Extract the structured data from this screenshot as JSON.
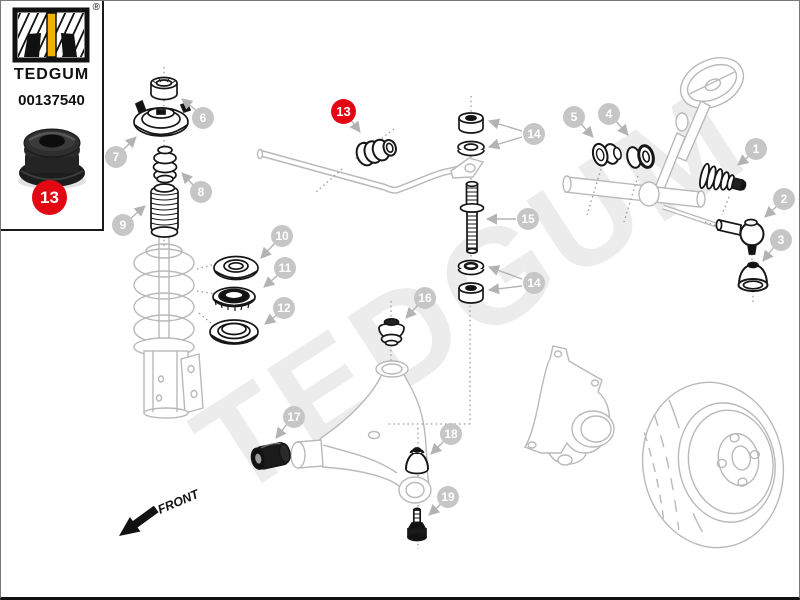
{
  "brand_panel": {
    "brand": "TEDGUM",
    "registered_mark": "®",
    "part_number": "00137540",
    "highlighted_part_number": "13"
  },
  "diagram": {
    "watermark": "TEDGUM",
    "front_label": "FRONT",
    "highlighted_callout": "13",
    "callouts": [
      {
        "number": "1"
      },
      {
        "number": "2"
      },
      {
        "number": "3"
      },
      {
        "number": "4"
      },
      {
        "number": "5"
      },
      {
        "number": "6"
      },
      {
        "number": "7"
      },
      {
        "number": "8"
      },
      {
        "number": "9"
      },
      {
        "number": "10"
      },
      {
        "number": "11"
      },
      {
        "number": "12"
      },
      {
        "number": "13",
        "highlighted": true
      },
      {
        "number": "14"
      },
      {
        "number": "15"
      },
      {
        "number": "14"
      },
      {
        "number": "16"
      },
      {
        "number": "17"
      },
      {
        "number": "18"
      },
      {
        "number": "19"
      }
    ],
    "colors": {
      "highlight_red": "#e30613",
      "callout_gray": "#c6c6c6",
      "line_gray": "#b9b9b9",
      "part_dark": "#1a1a1a",
      "brand_yellow": "#f0b400",
      "watermark_gray": "#ececec"
    }
  }
}
